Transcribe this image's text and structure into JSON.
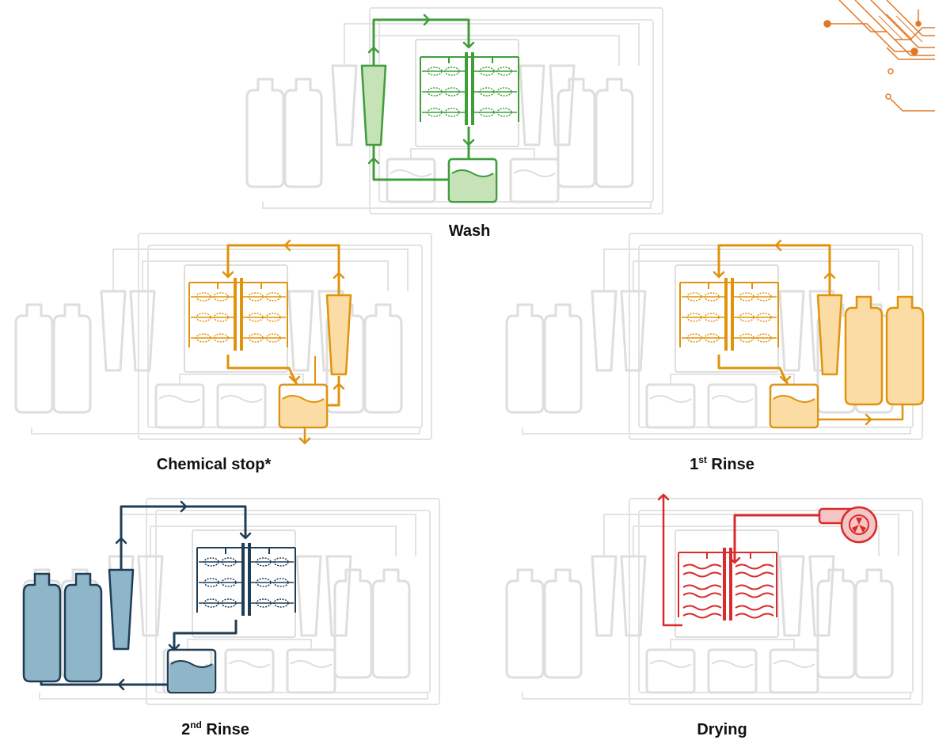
{
  "panels": [
    {
      "id": "wash",
      "caption": "Wash",
      "sup": "",
      "caption_after": "",
      "color": "#3f9e3a",
      "fill": "#c6e3b8",
      "mode": "wash"
    },
    {
      "id": "chemstop",
      "caption": "Chemical stop*",
      "sup": "",
      "caption_after": "",
      "color": "#e0930d",
      "fill": "#fcdca5",
      "mode": "chem"
    },
    {
      "id": "rinse1",
      "caption": "1",
      "sup": "st",
      "caption_after": " Rinse",
      "color": "#e0930d",
      "fill": "#fcdca5",
      "mode": "rinse1"
    },
    {
      "id": "rinse2",
      "caption": "2",
      "sup": "nd",
      "caption_after": " Rinse",
      "color": "#1f3d55",
      "fill": "#8fb5c9",
      "mode": "rinse2"
    },
    {
      "id": "drying",
      "caption": "Drying",
      "sup": "",
      "caption_after": "",
      "color": "#d92b2b",
      "fill": "#f6c6c6",
      "mode": "dry"
    }
  ],
  "colors": {
    "ghost": "#dedede",
    "decor": "#e07826"
  }
}
